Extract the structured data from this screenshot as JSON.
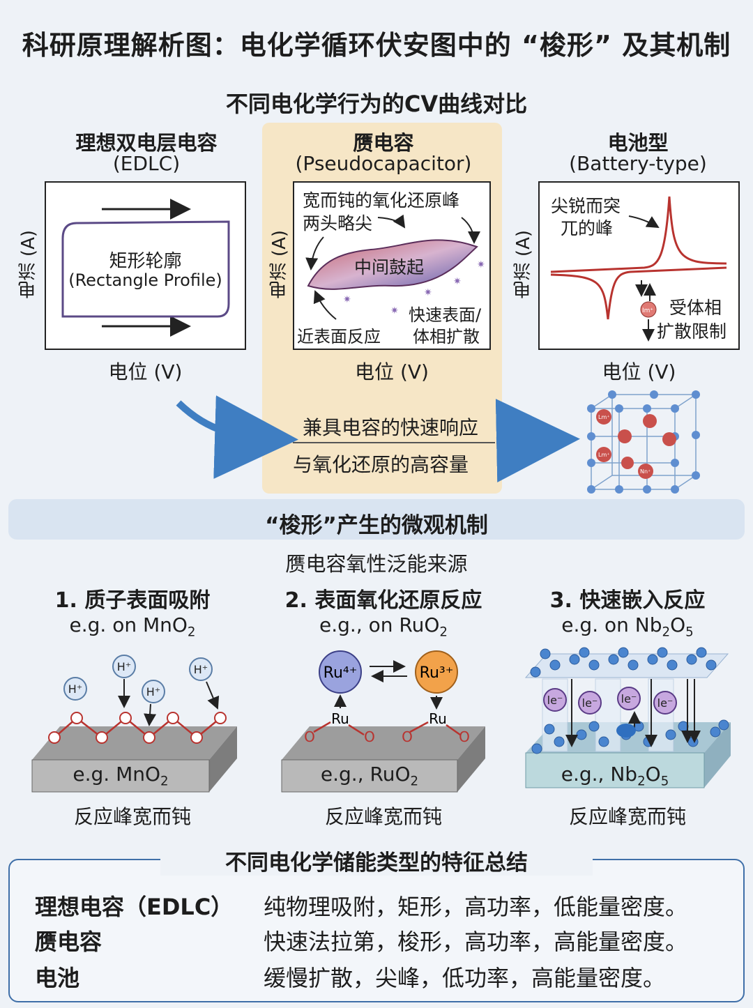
{
  "title": "科研原理解析图：电化学循环伏安图中的 “梭形” 及其机制",
  "section1": {
    "heading": "不同电化学行为的CV曲线对比",
    "xlabel": "电位 (V)",
    "ylabel": "电流 (A)",
    "edlc": {
      "name": "理想双电层电容",
      "sub": "(EDLC)",
      "annot1": "矩形轮廓",
      "annot2": "(Rectangle Profile)"
    },
    "pseudo": {
      "name": "赝电容",
      "sub": "(Pseudocapacitor)",
      "annot_peak1": "宽而钝的氧化还原峰",
      "annot_peak2": "两头略尖",
      "annot_mid": "中间鼓起",
      "annot_surface": "近表面反应",
      "annot_fast1": "快速表面/",
      "annot_fast2": "体相扩散"
    },
    "battery": {
      "name": "电池型",
      "sub": "(Battery-type)",
      "annot_peak1": "尖锐而突",
      "annot_peak2": "兀的峰",
      "annot_diff1": "受体相",
      "annot_diff2": "扩散限制",
      "ion_label": "Im⁺"
    },
    "bridge1": "兼具电容的快速响应",
    "bridge2": "与氧化还原的高容量",
    "lattice_labels": [
      "Lm⁺",
      "Lm⁺",
      "Nn⁺"
    ]
  },
  "section2": {
    "band": "“梭形”产生的微观机制",
    "heading": "赝电容氧性泛能来源",
    "mech1": {
      "title": "1. 质子表面吸附",
      "eg_prefix": "e.g. on MnO",
      "eg_sub": "2",
      "slab_prefix": "e.g. MnO",
      "slab_sub": "2",
      "caption": "反应峰宽而钝",
      "ion": "H⁺",
      "atom": "O"
    },
    "mech2": {
      "title": "2. 表面氧化还原反应",
      "eg_prefix": "e.g., on RuO",
      "eg_sub": "2",
      "slab_prefix": "e.g., RuO",
      "slab_sub": "2",
      "caption": "反应峰宽而钝",
      "ion_a": "Ru⁴⁺",
      "ion_b": "Ru³⁺",
      "atom_ru": "Ru",
      "atom_o": "O"
    },
    "mech3": {
      "title": "3. 快速嵌入反应",
      "eg_prefix": "e.g. on Nb",
      "eg_sub1": "2",
      "eg_mid": "O",
      "eg_sub2": "5",
      "slab_prefix": "e.g., Nb",
      "slab_sub1": "2",
      "slab_mid": "O",
      "slab_sub2": "5",
      "caption": "反应峰宽而钝",
      "ion": "le⁻"
    }
  },
  "summary": {
    "heading": "不同电化学储能类型的特征总结",
    "rows": [
      {
        "k": "理想电容（EDLC）",
        "v": "纯物理吸附，矩形，高功率，低能量密度。"
      },
      {
        "k": "赝电容",
        "v": "快速法拉第，梭形，高功率，高能量密度。"
      },
      {
        "k": "电池",
        "v": "缓慢扩散，尖峰，低功率，高能量密度。"
      }
    ]
  },
  "colors": {
    "highlight": "#f6e6c6",
    "curve_red": "#b8332f",
    "rect_purple": "#5b4a86",
    "slab_gray": "#b9b9b9",
    "slab_blue": "#bcd9dd",
    "arrow_blue": "#3f7ec2",
    "band": "#d9e4f1"
  }
}
